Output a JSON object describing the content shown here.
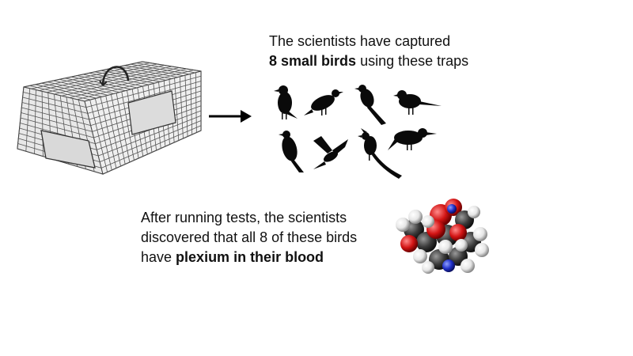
{
  "captured": {
    "line1": "The scientists have captured",
    "line2_bold": "8 small birds",
    "line2_rest": " using these traps"
  },
  "discovered": {
    "line1": "After running tests, the scientists",
    "line2": "discovered that all 8 of these birds",
    "line3_plain": "have ",
    "line3_bold": "plexium in their blood"
  },
  "colors": {
    "text": "#111111",
    "bird": "#0a0a0a",
    "oxygen": "#d21414",
    "carbon": "#3a3a3a",
    "hydrogen": "#e6e6e6",
    "nitrogen": "#2030c8"
  },
  "icons": [
    "cage-trap-image",
    "arrow-right-icon",
    "bird-silhouette-icon",
    "molecule-image"
  ]
}
